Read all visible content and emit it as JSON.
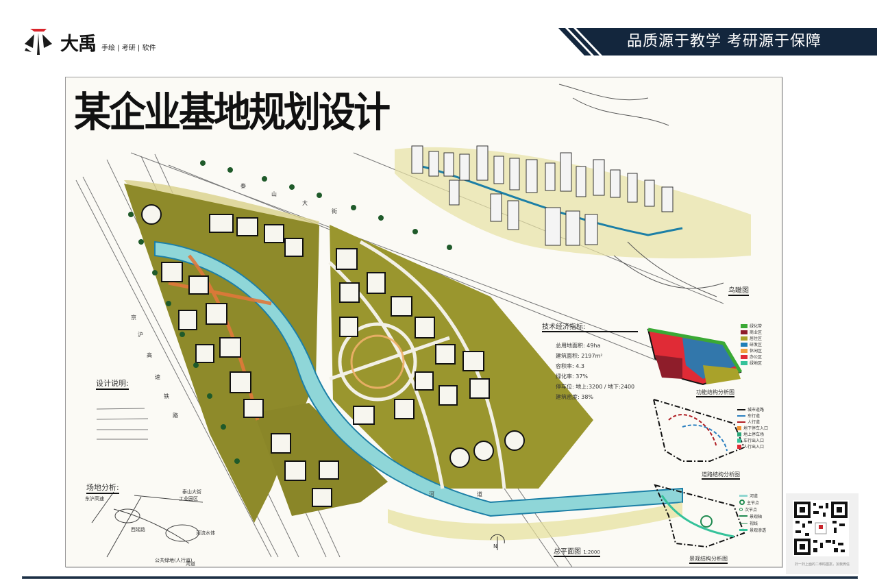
{
  "header": {
    "brand_name": "大禹",
    "brand_sub": "手绘 | 考研 | 软件",
    "slogan": "品质源于教学  考研源于保障",
    "colors": {
      "banner": "#13263d",
      "logo_red": "#d9242b",
      "logo_dark": "#1a1a1a"
    }
  },
  "board": {
    "title": "某企业基地规划设计",
    "design_notes_label": "设计说明:",
    "site_analysis_label": "场地分析:",
    "site_analysis_annotations": [
      "泰山大街",
      "东沪高速",
      "西延路",
      "河道",
      "工业园区",
      "公共绿地(人行道)",
      "河流水体"
    ],
    "master_plan_label": "总平面图",
    "master_plan_scale": "1:2000",
    "aerial_label": "鸟瞰图",
    "north_label": "N",
    "road_labels": [
      "泰",
      "山",
      "大",
      "街",
      "京",
      "沪",
      "高",
      "速",
      "铁",
      "路",
      "河",
      "道"
    ],
    "tech_indicators": {
      "title": "技术经济指标:",
      "rows": [
        {
          "label": "总用地面积:",
          "value": "49ha"
        },
        {
          "label": "建筑面积:",
          "value": "2197m²"
        },
        {
          "label": "容积率:",
          "value": "4.3"
        },
        {
          "label": "绿化率:",
          "value": "37%"
        },
        {
          "label": "停车位:",
          "value": "地上:3200 / 地下:2400"
        },
        {
          "label": "建筑密度:",
          "value": "38%"
        }
      ]
    },
    "diagrams": [
      {
        "label": "功能结构分析图",
        "legend": [
          {
            "label": "绿化带",
            "color": "#3aa935"
          },
          {
            "label": "商业区",
            "color": "#8e1d2a"
          },
          {
            "label": "居住区",
            "color": "#a9a22a"
          },
          {
            "label": "研发区",
            "color": "#1f7fb8"
          },
          {
            "label": "休闲区",
            "color": "#f0a040"
          },
          {
            "label": "办公区",
            "color": "#e02b36"
          },
          {
            "label": "绿地区",
            "color": "#35c29a"
          }
        ]
      },
      {
        "label": "道路结构分析图",
        "legend": [
          {
            "label": "城市道路",
            "color": "#111111"
          },
          {
            "label": "车行道",
            "color": "#2a7fc0"
          },
          {
            "label": "人行道",
            "color": "#b01e24"
          },
          {
            "label": "地下停车入口",
            "color": "#f09030"
          },
          {
            "label": "地上停车场",
            "color": "#2aa87a"
          },
          {
            "label": "车行出入口",
            "color": "#35c29a"
          },
          {
            "label": "人行出入口",
            "color": "#e02b36"
          }
        ]
      },
      {
        "label": "景观结构分析图",
        "legend": [
          {
            "label": "河道",
            "color": "#8fd6d0"
          },
          {
            "label": "主节点",
            "color": "#1f8a50"
          },
          {
            "label": "次节点",
            "color": "#1f8a50"
          },
          {
            "label": "景观轴",
            "color": "#1f8a50"
          },
          {
            "label": "视线",
            "color": "#1f8a50"
          },
          {
            "label": "景观渗透",
            "color": "#35c29a"
          }
        ]
      }
    ]
  },
  "qr": {
    "caption": "扫一扫上面的二维码图案，加我微信"
  }
}
